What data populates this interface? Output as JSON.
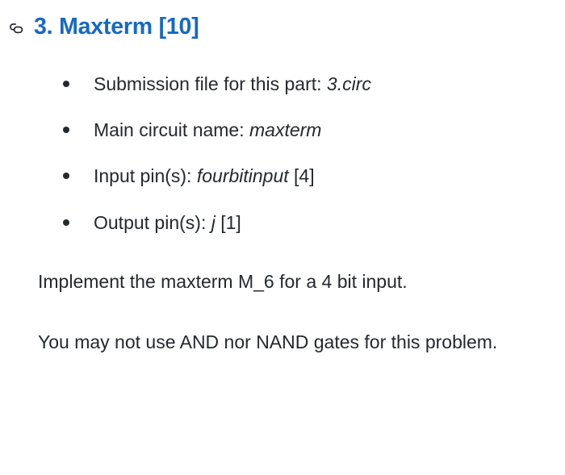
{
  "heading": {
    "anchor_icon": "link-chain-icon",
    "text": "3. Maxterm [10]",
    "color": "#1668c4"
  },
  "requirements": {
    "items": [
      {
        "label": "Submission file for this part:",
        "value": "3.circ",
        "suffix": ""
      },
      {
        "label": "Main circuit name:",
        "value": "maxterm",
        "suffix": ""
      },
      {
        "label": "Input pin(s):",
        "value": "fourbitinput",
        "suffix": "[4]"
      },
      {
        "label": "Output pin(s):",
        "value": "j",
        "suffix": "[1]"
      }
    ]
  },
  "paragraphs": [
    "Implement the maxterm M_6 for a 4 bit input.",
    "You may not use AND nor NAND gates for this problem."
  ],
  "colors": {
    "background": "#ffffff",
    "body_text": "#24292e",
    "heading_link": "#1668c4",
    "bullet": "#24292e",
    "icon": "#1f2328"
  }
}
